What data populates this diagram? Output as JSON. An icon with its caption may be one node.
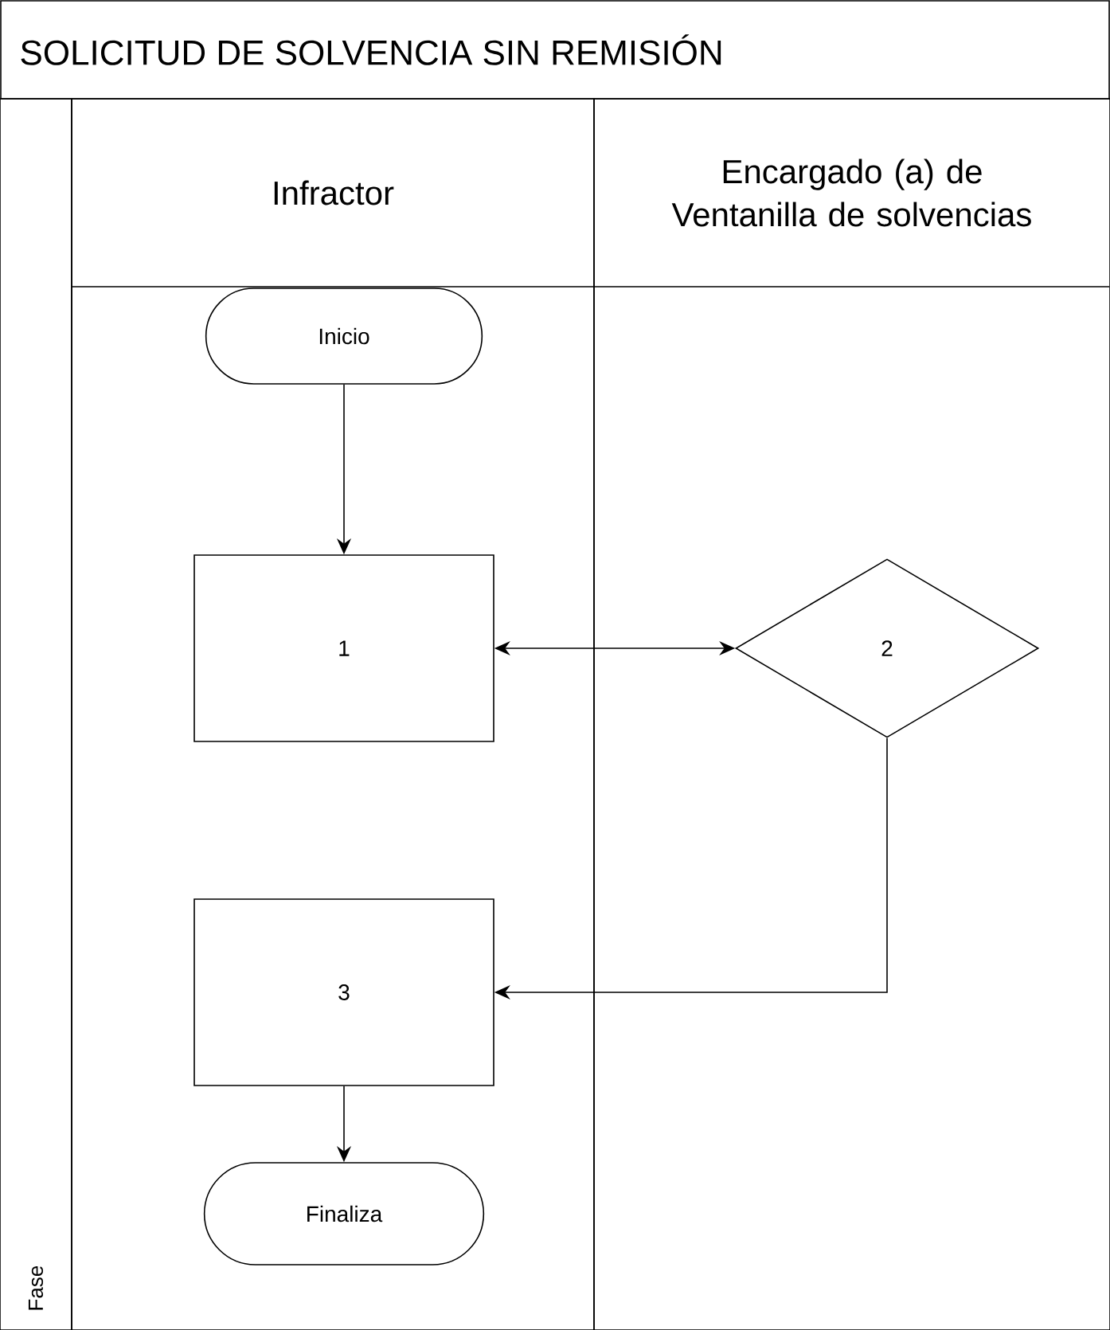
{
  "diagram": {
    "title": "SOLICITUD DE SOLVENCIA SIN REMISIÓN",
    "nodes": [
      {
        "text": [
          "Fase"
        ]
      },
      {
        "text": [
          "Infractor"
        ]
      },
      {
        "text": [
          "Encargado (a) de Ventanilla de solvencias"
        ]
      },
      {
        "text": [
          "Inicio"
        ],
        "in": 1
      },
      {
        "text": [
          "1"
        ],
        "in": 1
      },
      {
        "text": [
          "2"
        ],
        "in": 2
      },
      {
        "text": [
          "3"
        ],
        "in": 1
      },
      {
        "text": [
          "Finaliza"
        ],
        "in": 1
      }
    ],
    "edges": [
      {
        "from": 3,
        "to": 4,
        "arrow": "to"
      },
      {
        "from": 4,
        "to": 5,
        "arrow": "both"
      },
      {
        "from": 5,
        "to": 6,
        "arrow": "to"
      },
      {
        "from": 6,
        "to": 7,
        "arrow": "to"
      }
    ]
  }
}
